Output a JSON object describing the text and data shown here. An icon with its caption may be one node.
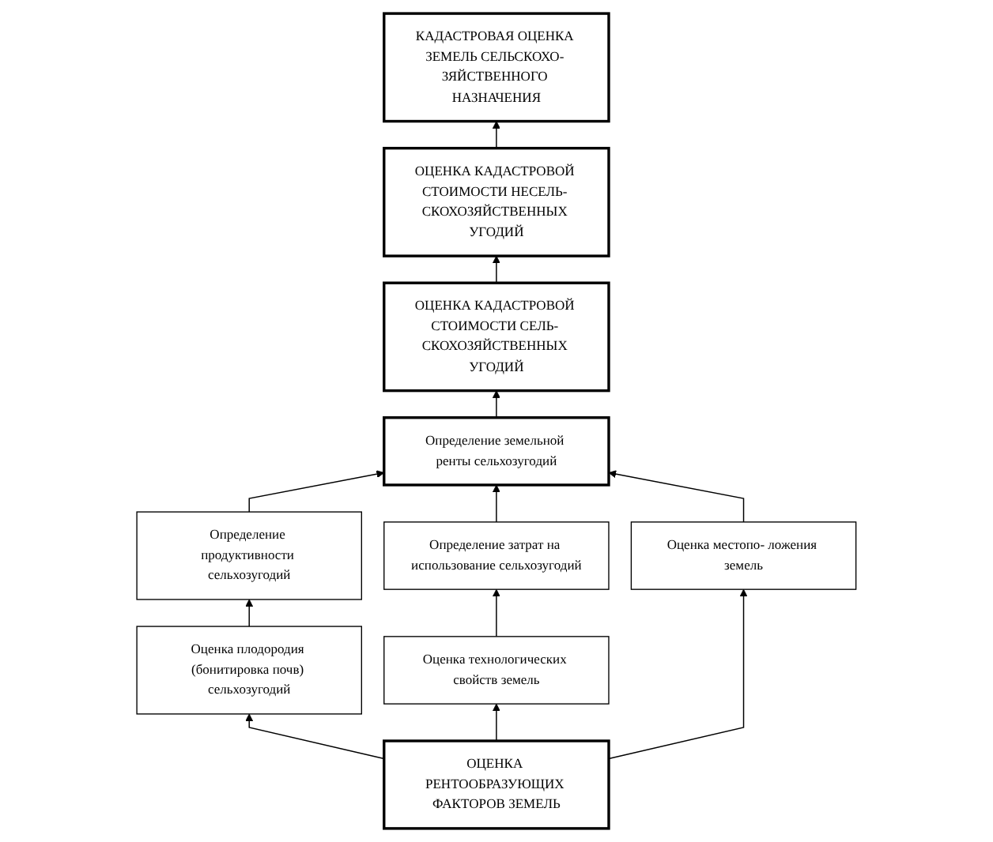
{
  "diagram": {
    "nodes": [
      {
        "text": [
          "КАДАСТРОВАЯ ОЦЕНКА ЗЕМЕЛЬ СЕЛЬСКОХО- ЗЯЙСТВЕННОГО НАЗНАЧЕНИЯ"
        ]
      },
      {
        "text": [
          "ОЦЕНКА КАДАСТРОВОЙ СТОИМОСТИ НЕСЕЛЬ- СКОХОЗЯЙСТВЕННЫХ УГОДИЙ"
        ]
      },
      {
        "text": [
          "ОЦЕНКА КАДАСТРОВОЙ СТОИМОСТИ СЕЛЬ- СКОХОЗЯЙСТВЕННЫХ УГОДИЙ"
        ]
      },
      {
        "text": [
          "Определение продуктивности сельхозугодий"
        ]
      },
      {
        "text": [
          "Определение земельной ренты сельхозугодий"
        ]
      },
      {
        "text": [
          "Определение затрат на использование сельхозугодий"
        ]
      },
      {
        "text": [
          "Оценка плодородия (бонитировка почв) сельхозугодий"
        ]
      },
      {
        "text": [
          "Оценка местопо- ложения земель"
        ]
      },
      {
        "text": [
          "Оценка технологических свойств земель"
        ]
      },
      {
        "text": [
          "ОЦЕНКА РЕНТООБРАЗУЮЩИХ ФАКТОРОВ ЗЕМЕЛЬ"
        ]
      }
    ],
    "edges": [
      {
        "from": 1,
        "to": 0,
        "arrow": "to"
      },
      {
        "from": 2,
        "to": 1,
        "arrow": "to"
      },
      {
        "from": 4,
        "to": 2,
        "arrow": "to"
      },
      {
        "from": 3,
        "to": 4,
        "arrow": "to"
      },
      {
        "from": 5,
        "to": 4,
        "arrow": "to"
      },
      {
        "from": 6,
        "to": 3,
        "arrow": "to"
      },
      {
        "from": 7,
        "to": 4,
        "arrow": "to"
      },
      {
        "from": 8,
        "to": 5,
        "arrow": "to"
      },
      {
        "from": 9,
        "to": 6,
        "arrow": "to"
      },
      {
        "from": 9,
        "to": 7,
        "arrow": "to"
      },
      {
        "from": 9,
        "to": 8,
        "arrow": "to"
      }
    ]
  }
}
